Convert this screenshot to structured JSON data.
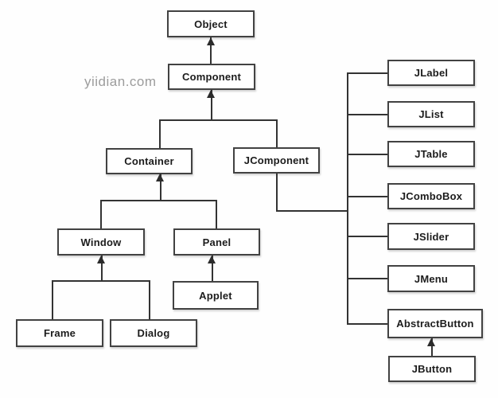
{
  "watermark": {
    "text": "yiidian.com",
    "color": "#9c9c9c"
  },
  "colors": {
    "background": "#ffffff",
    "box_border": "#424242",
    "connector_line": "#333333",
    "arrowhead": "#2b2b2b",
    "label_text": "#1c1c1c"
  },
  "nodes": {
    "object": {
      "label": "Object"
    },
    "component": {
      "label": "Component"
    },
    "container": {
      "label": "Container"
    },
    "jcomponent": {
      "label": "JComponent"
    },
    "window": {
      "label": "Window"
    },
    "panel": {
      "label": "Panel"
    },
    "applet": {
      "label": "Applet"
    },
    "frame": {
      "label": "Frame"
    },
    "dialog": {
      "label": "Dialog"
    },
    "jlabel": {
      "label": "JLabel"
    },
    "jlist": {
      "label": "JList"
    },
    "jtable": {
      "label": "JTable"
    },
    "jcombobox": {
      "label": "JComboBox"
    },
    "jslider": {
      "label": "JSlider"
    },
    "jmenu": {
      "label": "JMenu"
    },
    "abstractbutton": {
      "label": "AbstractButton"
    },
    "jbutton": {
      "label": "JButton"
    }
  },
  "edges": [
    {
      "from": "Component",
      "to": "Object"
    },
    {
      "from": "Container",
      "to": "Component"
    },
    {
      "from": "JComponent",
      "to": "Component"
    },
    {
      "from": "Window",
      "to": "Container"
    },
    {
      "from": "Panel",
      "to": "Container"
    },
    {
      "from": "Frame",
      "to": "Window"
    },
    {
      "from": "Dialog",
      "to": "Window"
    },
    {
      "from": "Applet",
      "to": "Panel"
    },
    {
      "from": "JLabel",
      "to": "JComponent"
    },
    {
      "from": "JList",
      "to": "JComponent"
    },
    {
      "from": "JTable",
      "to": "JComponent"
    },
    {
      "from": "JComboBox",
      "to": "JComponent"
    },
    {
      "from": "JSlider",
      "to": "JComponent"
    },
    {
      "from": "JMenu",
      "to": "JComponent"
    },
    {
      "from": "AbstractButton",
      "to": "JComponent"
    },
    {
      "from": "JButton",
      "to": "AbstractButton"
    }
  ]
}
